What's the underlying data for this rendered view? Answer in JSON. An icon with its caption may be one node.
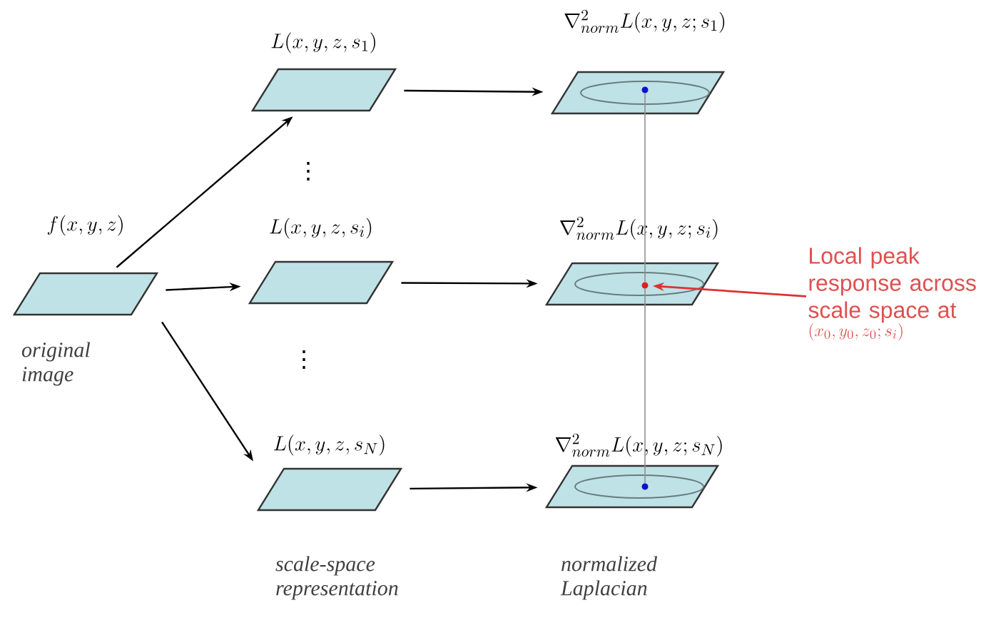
{
  "diagram": {
    "nodes": [
      {
        "text": [
          "f(x,y,z)"
        ],
        "beside": [
          "original image"
        ]
      },
      {
        "text": [
          "L(x,y,z,s_1)"
        ]
      },
      {
        "text": [
          "L(x,y,z,s_i)"
        ]
      },
      {
        "text": [
          "L(x,y,z,s_N)"
        ]
      },
      {
        "text": [
          "\\nabla^2_{norm}L(x,y,z;s_1)"
        ]
      },
      {
        "text": [
          "\\nabla^2_{norm}L(x,y,z;s_i)"
        ]
      },
      {
        "text": [
          "\\nabla^2_{norm}L(x,y,z;s_N)"
        ]
      },
      {
        "text": [
          "Local peak response across scale space at",
          "(x_0,y_0,z_0;s_i)"
        ]
      },
      {
        "text": [],
        "shape": "circle",
        "in": 4
      },
      {
        "text": [],
        "shape": "circle",
        "in": 5
      },
      {
        "text": [],
        "shape": "circle",
        "in": 6
      }
    ],
    "edges": [
      {
        "from": 0,
        "to": 1,
        "arrow": "to"
      },
      {
        "from": 0,
        "to": 2,
        "arrow": "to"
      },
      {
        "from": 0,
        "to": 3,
        "arrow": "to"
      },
      {
        "from": 1,
        "to": 4,
        "arrow": "to"
      },
      {
        "from": 2,
        "to": 5,
        "arrow": "to"
      },
      {
        "from": 3,
        "to": 6,
        "arrow": "to"
      },
      {
        "from": 7,
        "to": 9,
        "arrow": "to",
        "color": "#e03030"
      },
      {
        "from": 8,
        "to": 9,
        "arrow": "none",
        "color": "#909090"
      },
      {
        "from": 9,
        "to": 10,
        "arrow": "none",
        "color": "#909090"
      }
    ],
    "labels": [
      "⋮",
      "⋮",
      "scale-space representation",
      "normalized Laplacian"
    ]
  }
}
